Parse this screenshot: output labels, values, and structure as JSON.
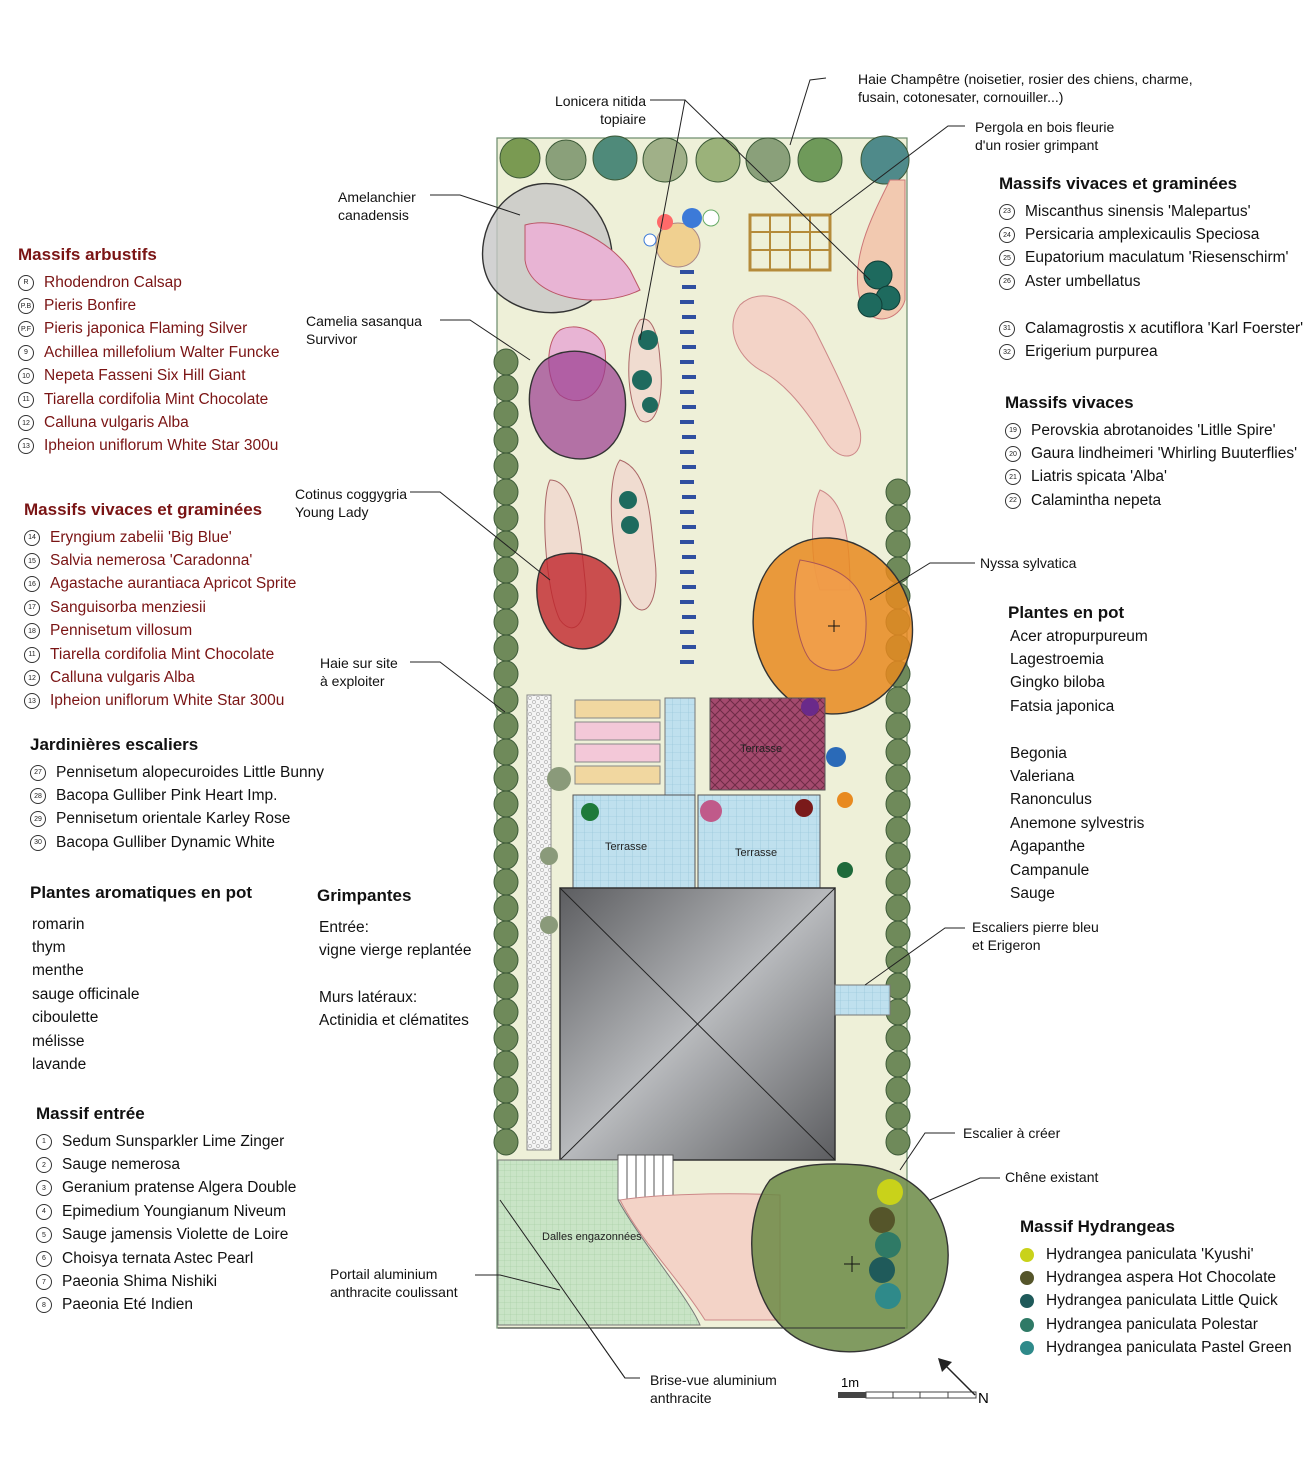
{
  "legends": {
    "massifs_arbustifs": {
      "title": "Massifs arbustifs",
      "items": [
        {
          "num": "R",
          "label": "Rhodendron Calsap"
        },
        {
          "num": "P.B",
          "label": "Pieris Bonfire"
        },
        {
          "num": "P.F",
          "label": "Pieris japonica Flaming Silver"
        },
        {
          "num": "9",
          "label": "Achillea millefolium Walter Funcke"
        },
        {
          "num": "10",
          "label": "Nepeta Fasseni Six Hill Giant"
        },
        {
          "num": "11",
          "label": "Tiarella cordifolia Mint Chocolate"
        },
        {
          "num": "12",
          "label": "Calluna vulgaris Alba"
        },
        {
          "num": "13",
          "label": "Ipheion uniflorum White Star  300u"
        }
      ]
    },
    "massifs_vivaces_gram_left": {
      "title": "Massifs vivaces et graminées",
      "items": [
        {
          "num": "14",
          "label": "Eryngium zabelii 'Big Blue'"
        },
        {
          "num": "15",
          "label": "Salvia nemerosa 'Caradonna'"
        },
        {
          "num": "16",
          "label": "Agastache aurantiaca Apricot Sprite"
        },
        {
          "num": "17",
          "label": "Sanguisorba menziesii"
        },
        {
          "num": "18",
          "label": "Pennisetum villosum"
        },
        {
          "num": "11",
          "label": "Tiarella cordifolia Mint Chocolate"
        },
        {
          "num": "12",
          "label": "Calluna vulgaris Alba"
        },
        {
          "num": "13",
          "label": "Ipheion uniflorum White Star  300u"
        }
      ]
    },
    "jardinieres": {
      "title": "Jardinières escaliers",
      "items": [
        {
          "num": "27",
          "label": "Pennisetum alopecuroides Little Bunny"
        },
        {
          "num": "28",
          "label": "Bacopa Gulliber Pink Heart Imp."
        },
        {
          "num": "29",
          "label": "Pennisetum orientale Karley Rose"
        },
        {
          "num": "30",
          "label": "Bacopa Gulliber Dynamic White"
        }
      ]
    },
    "aromatiques": {
      "title": "Plantes aromatiques en pot",
      "items": [
        "romarin",
        "thym",
        "menthe",
        "sauge officinale",
        "ciboulette",
        "mélisse",
        "lavande"
      ]
    },
    "massif_entree": {
      "title": "Massif entrée",
      "items": [
        {
          "num": "1",
          "label": "Sedum Sunsparkler Lime Zinger"
        },
        {
          "num": "2",
          "label": "Sauge nemerosa"
        },
        {
          "num": "3",
          "label": "Geranium pratense Algera Double"
        },
        {
          "num": "4",
          "label": "Epimedium Youngianum Niveum"
        },
        {
          "num": "5",
          "label": "Sauge jamensis Violette de Loire"
        },
        {
          "num": "6",
          "label": "Choisya ternata Astec Pearl"
        },
        {
          "num": "7",
          "label": "Paeonia Shima Nishiki"
        },
        {
          "num": "8",
          "label": "Paeonia Eté Indien"
        }
      ]
    },
    "grimpantes": {
      "title": "Grimpantes",
      "entree_label": "Entrée:",
      "entree_value": "vigne vierge replantée",
      "murs_label": "Murs latéraux:",
      "murs_value": "Actinidia et clématites"
    },
    "massifs_vivaces_gram_right": {
      "title": "Massifs vivaces et graminées",
      "items": [
        {
          "num": "23",
          "label": "Miscanthus sinensis 'Malepartus'"
        },
        {
          "num": "24",
          "label": "Persicaria amplexicaulis Speciosa"
        },
        {
          "num": "25",
          "label": "Eupatorium maculatum 'Riesenschirm'"
        },
        {
          "num": "26",
          "label": "Aster umbellatus"
        }
      ],
      "items2": [
        {
          "num": "31",
          "label": "Calamagrostis x acutiflora 'Karl Foerster'"
        },
        {
          "num": "32",
          "label": "Erigerium purpurea"
        }
      ]
    },
    "massifs_vivaces": {
      "title": "Massifs vivaces",
      "items": [
        {
          "num": "19",
          "label": "Perovskia abrotanoides 'Litlle Spire'"
        },
        {
          "num": "20",
          "label": "Gaura lindheimeri 'Whirling Buuterflies'"
        },
        {
          "num": "21",
          "label": "Liatris spicata 'Alba'"
        },
        {
          "num": "22",
          "label": "Calamintha nepeta"
        }
      ]
    },
    "plantes_en_pot": {
      "title": "Plantes en pot",
      "items1": [
        "Acer atropurpureum",
        "Lagestroemia",
        "Gingko biloba",
        "Fatsia japonica"
      ],
      "items2": [
        "Begonia",
        "Valeriana",
        "Ranonculus",
        "Anemone sylvestris",
        "Agapanthe",
        "Campanule",
        "Sauge"
      ]
    },
    "massif_hydrangeas": {
      "title": "Massif Hydrangeas",
      "items": [
        {
          "color": "#c9d21a",
          "label": "Hydrangea paniculata 'Kyushi'"
        },
        {
          "color": "#55552a",
          "label": "Hydrangea aspera Hot Chocolate"
        },
        {
          "color": "#1f5a5a",
          "label": "Hydrangea paniculata Little Quick"
        },
        {
          "color": "#2f7a66",
          "label": "Hydrangea paniculata Polestar"
        },
        {
          "color": "#2f8a8a",
          "label": "Hydrangea paniculata Pastel Green"
        }
      ]
    }
  },
  "annotations": {
    "haie_champetre": "Haie Champêtre (noisetier, rosier des chiens, charme,\nfusain, cotonesater, cornouiller...)",
    "lonicera": "Lonicera nitida\ntopiaire",
    "pergola": "Pergola en bois fleurie\nd'un rosier grimpant",
    "amelanchier": "Amelanchier\ncanadensis",
    "camelia": "Camelia sasanqua\nSurvivor",
    "cotinus": "Cotinus coggygria\nYoung Lady",
    "nyssa": "Nyssa sylvatica",
    "haie_site": "Haie sur site\nà exploiter",
    "escaliers_pierre": "Escaliers pierre bleu\net Erigeron",
    "escalier_creer": "Escalier à créer",
    "chene": "Chêne existant",
    "portail": "Portail aluminium\nanthracite coulissant",
    "brise_vue": "Brise-vue aluminium\nanthracite"
  },
  "map_labels": {
    "terrasse_top": "Terrasse",
    "terrasse_left": "Terrasse",
    "terrasse_right": "Terrasse",
    "dalles": "Dalles engazonnées",
    "scale": "1m",
    "north": "N"
  },
  "colors": {
    "lawn": "#eef0d8",
    "hedge": "#6f8a5a",
    "terrace": "#bfe0ee",
    "house": "#808285",
    "grass_paving": "#c8e3c4",
    "oak": "#6b8a45"
  }
}
